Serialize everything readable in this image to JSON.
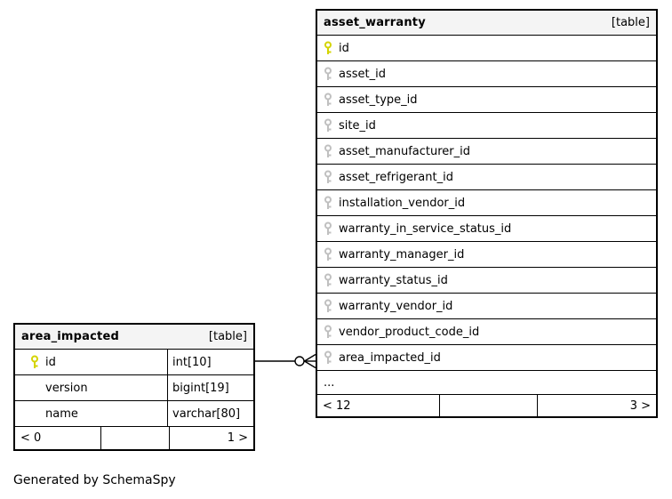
{
  "page": {
    "footer_note": "Generated by SchemaSpy"
  },
  "colors": {
    "pk_key": "#d4d400",
    "fk_key": "#c0c0c0",
    "header_bg": "#f4f4f4",
    "border": "#000000"
  },
  "asset_warranty": {
    "title": "asset_warranty",
    "type_label": "[table]",
    "columns": [
      {
        "name": "id",
        "key": "pk"
      },
      {
        "name": "asset_id",
        "key": "fk"
      },
      {
        "name": "asset_type_id",
        "key": "fk"
      },
      {
        "name": "site_id",
        "key": "fk"
      },
      {
        "name": "asset_manufacturer_id",
        "key": "fk"
      },
      {
        "name": "asset_refrigerant_id",
        "key": "fk"
      },
      {
        "name": "installation_vendor_id",
        "key": "fk"
      },
      {
        "name": "warranty_in_service_status_id",
        "key": "fk"
      },
      {
        "name": "warranty_manager_id",
        "key": "fk"
      },
      {
        "name": "warranty_status_id",
        "key": "fk"
      },
      {
        "name": "warranty_vendor_id",
        "key": "fk"
      },
      {
        "name": "vendor_product_code_id",
        "key": "fk"
      },
      {
        "name": "area_impacted_id",
        "key": "fk"
      }
    ],
    "more_columns_indicator": "...",
    "paginator": {
      "left": "< 12",
      "middle": "",
      "right": "3 >"
    }
  },
  "area_impacted": {
    "title": "area_impacted",
    "type_label": "[table]",
    "columns": [
      {
        "name": "id",
        "type": "int[10]",
        "key": "pk"
      },
      {
        "name": "version",
        "type": "bigint[19]",
        "key": null
      },
      {
        "name": "name",
        "type": "varchar[80]",
        "key": null
      }
    ],
    "paginator": {
      "left": "< 0",
      "middle": "",
      "right": "1 >"
    }
  },
  "relationship": {
    "from": "area_impacted.id",
    "to": "asset_warranty.area_impacted_id",
    "cardinality": "zero-or-many"
  }
}
